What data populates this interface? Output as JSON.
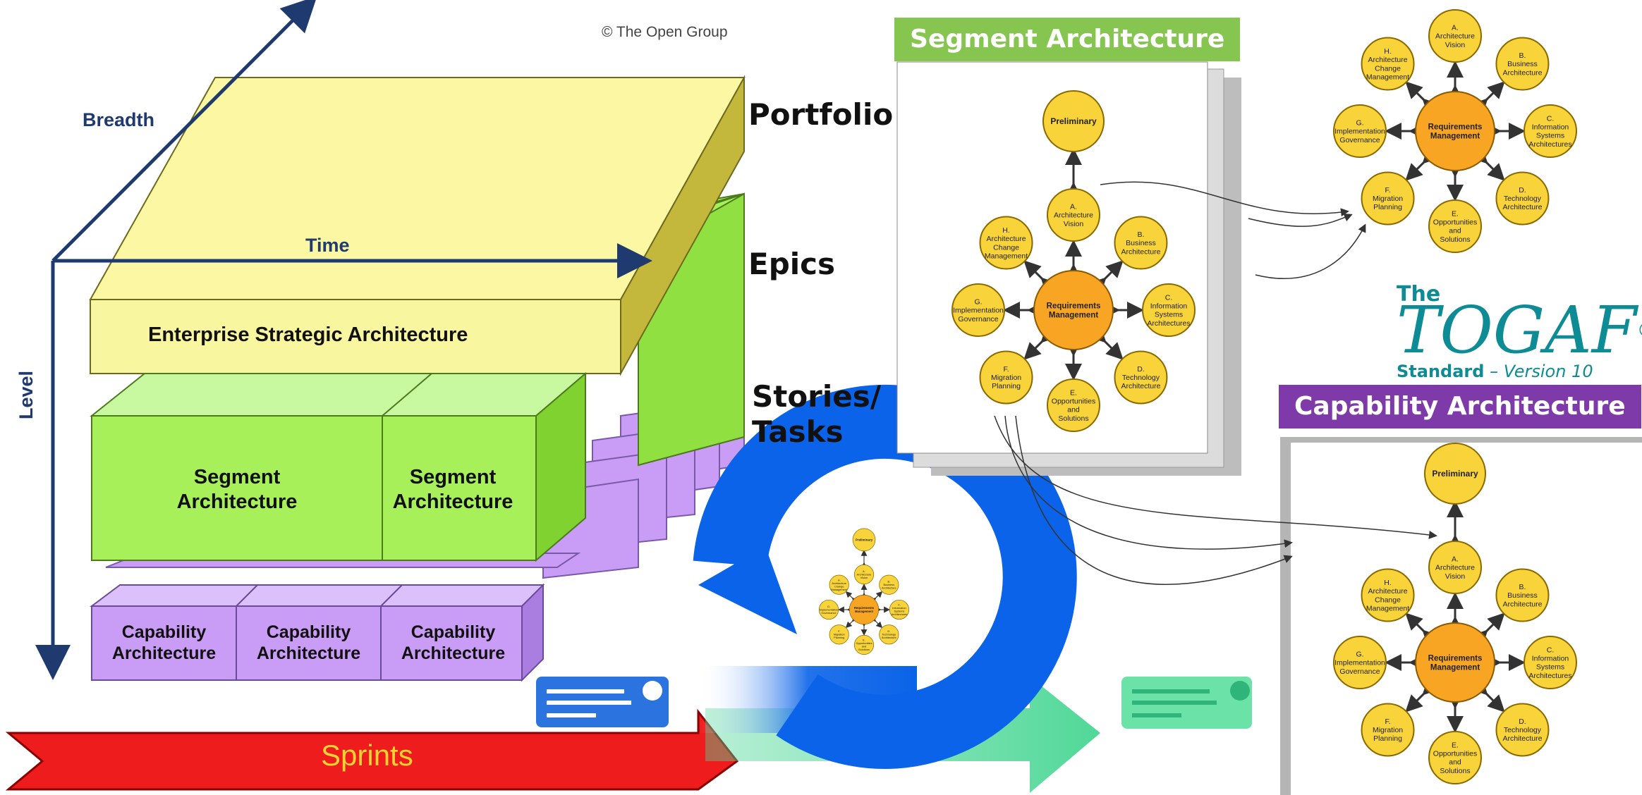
{
  "copyright": "© The Open Group",
  "axes": {
    "breadth": "Breadth",
    "time": "Time",
    "level": "Level"
  },
  "layers": {
    "enterprise": "Enterprise Strategic Architecture",
    "segment": "Segment Architecture",
    "capability": "Capability Architecture"
  },
  "scale_labels": {
    "portfolio": "Portfolio",
    "epics": "Epics",
    "stories_line1": "Stories/",
    "stories_line2": "Tasks"
  },
  "sprints": "Sprints",
  "banners": {
    "segment": "Segment Architecture",
    "capability": "Capability Architecture"
  },
  "togaf": {
    "the": "The",
    "name": "TOGAF",
    "reg": "®",
    "standard": "Standard",
    "version": "– Version 10"
  },
  "adm": {
    "preliminary": "Preliminary",
    "center": [
      "Requirements",
      "Management"
    ],
    "phases": [
      {
        "id": "A",
        "lines": [
          "A.",
          "Architecture",
          "Vision"
        ]
      },
      {
        "id": "B",
        "lines": [
          "B.",
          "Business",
          "Architecture"
        ]
      },
      {
        "id": "C",
        "lines": [
          "C.",
          "Information",
          "Systems",
          "Architectures"
        ]
      },
      {
        "id": "D",
        "lines": [
          "D.",
          "Technology",
          "Architecture"
        ]
      },
      {
        "id": "E",
        "lines": [
          "E.",
          "Opportunities",
          "and",
          "Solutions"
        ]
      },
      {
        "id": "F",
        "lines": [
          "F.",
          "Migration",
          "Planning"
        ]
      },
      {
        "id": "G",
        "lines": [
          "G.",
          "Implementation",
          "Governance"
        ]
      },
      {
        "id": "H",
        "lines": [
          "H.",
          "Architecture",
          "Change",
          "Management"
        ]
      }
    ]
  },
  "colors": {
    "yellow": "#fbf7a2",
    "green": "#a8f05a",
    "purple": "#c99cf6",
    "red": "#ee1c1c",
    "sprint_text": "#f5d431",
    "navy": "#1f3a6e",
    "blue": "#0a63e8",
    "teal": "#50d898",
    "banner_green": "#86c54f",
    "banner_purple": "#7e3aa8",
    "togaf_teal": "#0d8c95",
    "circle": "#f8d33a",
    "center": "#f7a523"
  }
}
